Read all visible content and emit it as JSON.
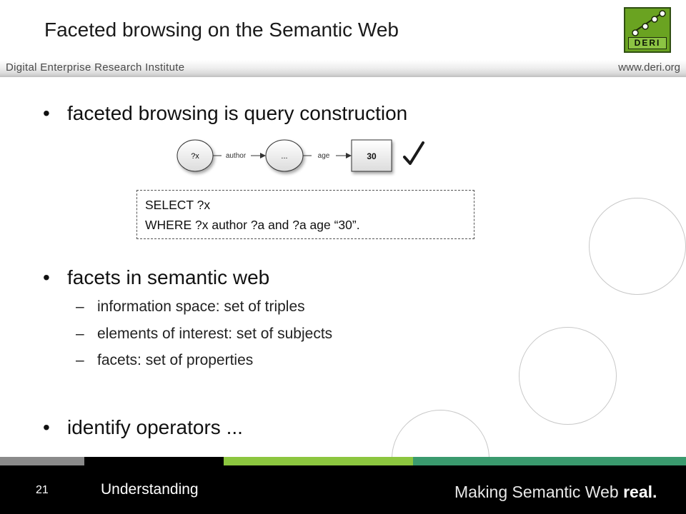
{
  "slide": {
    "title": "Faceted browsing on the Semantic Web",
    "logo_text": "DERI",
    "institute": "Digital Enterprise Research Institute",
    "website": "www.deri.org"
  },
  "bullets": [
    {
      "text": "faceted browsing is query construction"
    },
    {
      "text": "facets in semantic web"
    },
    {
      "text": "identify operators ..."
    }
  ],
  "sub_bullets": [
    {
      "text": "information space: set of triples"
    },
    {
      "text": "elements of interest: set of subjects"
    },
    {
      "text": "facets: set of properties"
    }
  ],
  "diagram": {
    "nodes": [
      "?x",
      "...",
      "30"
    ],
    "edges": [
      "author",
      "age"
    ],
    "check_icon": "checkmark-icon"
  },
  "sparql": {
    "line1": "SELECT ?x",
    "line2": "WHERE ?x author ?a and ?a age “30”."
  },
  "footer": {
    "page_number": "21",
    "section": "Understanding",
    "tagline_prefix": "Making Semantic Web ",
    "tagline_bold": "real."
  },
  "colors": {
    "accent_green": "#8cc63f",
    "teal": "#3a9a6e",
    "gray": "#8a8a8a",
    "footer_bg": "#000000"
  }
}
